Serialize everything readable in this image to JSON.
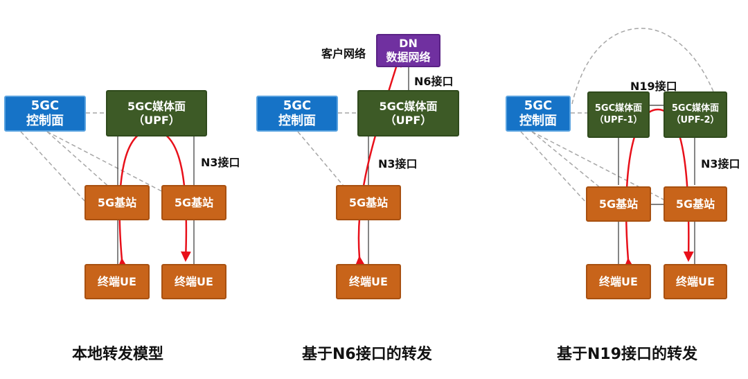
{
  "diagram1": {
    "control_line1": "5GC",
    "control_line2": "控制面",
    "upf_line1": "5GC媒体面",
    "upf_line2": "（UPF）",
    "gnb_a": "5G基站",
    "gnb_b": "5G基站",
    "ue_a": "终端UE",
    "ue_b": "终端UE",
    "n3_label": "N3接口",
    "caption": "本地转发模型"
  },
  "diagram2": {
    "dn_line1": "DN",
    "dn_line2": "数据网络",
    "dn_side_label": "客户网络",
    "n6_label": "N6接口",
    "control_line1": "5GC",
    "control_line2": "控制面",
    "upf_line1": "5GC媒体面",
    "upf_line2": "（UPF）",
    "n3_label": "N3接口",
    "gnb": "5G基站",
    "ue": "终端UE",
    "caption": "基于N6接口的转发"
  },
  "diagram3": {
    "control_line1": "5GC",
    "control_line2": "控制面",
    "n19_label": "N19接口",
    "upf1_line1": "5GC媒体面",
    "upf1_line2": "（UPF-1）",
    "upf2_line1": "5GC媒体面",
    "upf2_line2": "（UPF-2）",
    "n3_label": "N3接口",
    "gnb_a": "5G基站",
    "gnb_b": "5G基站",
    "ue_a": "终端UE",
    "ue_b": "终端UE",
    "caption": "基于N19接口的转发"
  },
  "colors": {
    "control_plane": "#1673c7",
    "user_plane": "#3d5a26",
    "base_station": "#c8641a",
    "data_network": "#7030a0",
    "traffic_arrow": "#e8101a",
    "signaling_dashed": "#a6a6a6"
  }
}
